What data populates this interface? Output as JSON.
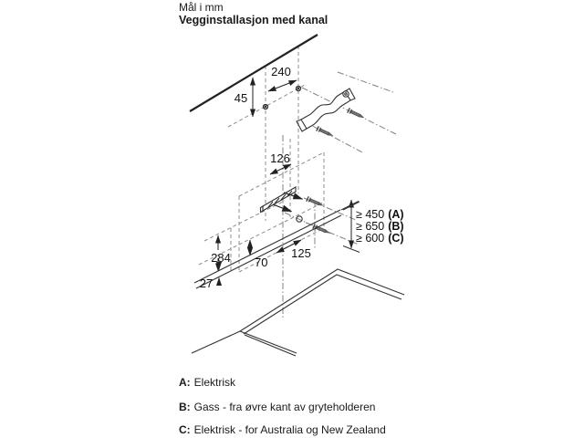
{
  "header": {
    "units_note": "Mål i mm",
    "title": "Vegginstallasjon med kanal"
  },
  "diagram": {
    "dims": {
      "d240": "240",
      "d45": "45",
      "d126": "126",
      "d125": "125",
      "d284": "284",
      "d70": "70",
      "d27": "27"
    },
    "clearances": [
      {
        "value": "≥ 450",
        "label": "(A)"
      },
      {
        "value": "≥ 650",
        "label": "(B)"
      },
      {
        "value": "≥ 600",
        "label": "(C)"
      }
    ]
  },
  "legend": [
    {
      "key": "A:",
      "text": "Elektrisk"
    },
    {
      "key": "B:",
      "text": "Gass - fra øvre kant av gryteholderen"
    },
    {
      "key": "C:",
      "text": "Elektrisk - for Australia og New Zealand"
    }
  ],
  "colors": {
    "line": "#333333",
    "dashed": "#8c8c8c",
    "text": "#1a1a1a"
  }
}
